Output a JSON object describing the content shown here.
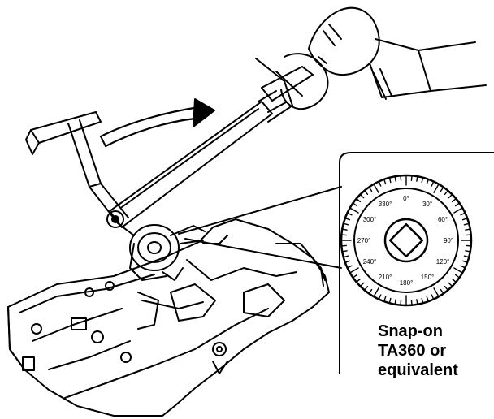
{
  "caption": {
    "line1": "Snap-on",
    "line2": "TA360 or",
    "line3": "equivalent"
  },
  "dial": {
    "labels": [
      "0°",
      "30°",
      "60°",
      "90°",
      "120°",
      "150°",
      "180°",
      "210°",
      "240°",
      "270°",
      "300°",
      "330°"
    ]
  },
  "colors": {
    "ink": "#000000",
    "paper": "#ffffff"
  }
}
